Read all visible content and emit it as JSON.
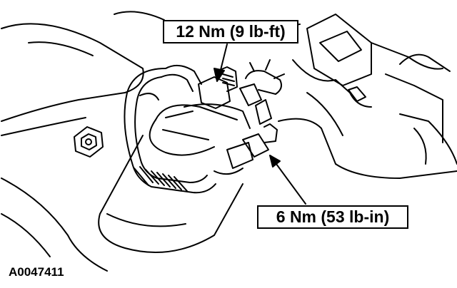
{
  "callouts": {
    "upper_torque": "12 Nm (9 lb-ft)",
    "lower_torque": "6 Nm (53 lb-in)"
  },
  "figure_id": "A0047411",
  "colors": {
    "line": "#000000",
    "background": "#ffffff"
  }
}
